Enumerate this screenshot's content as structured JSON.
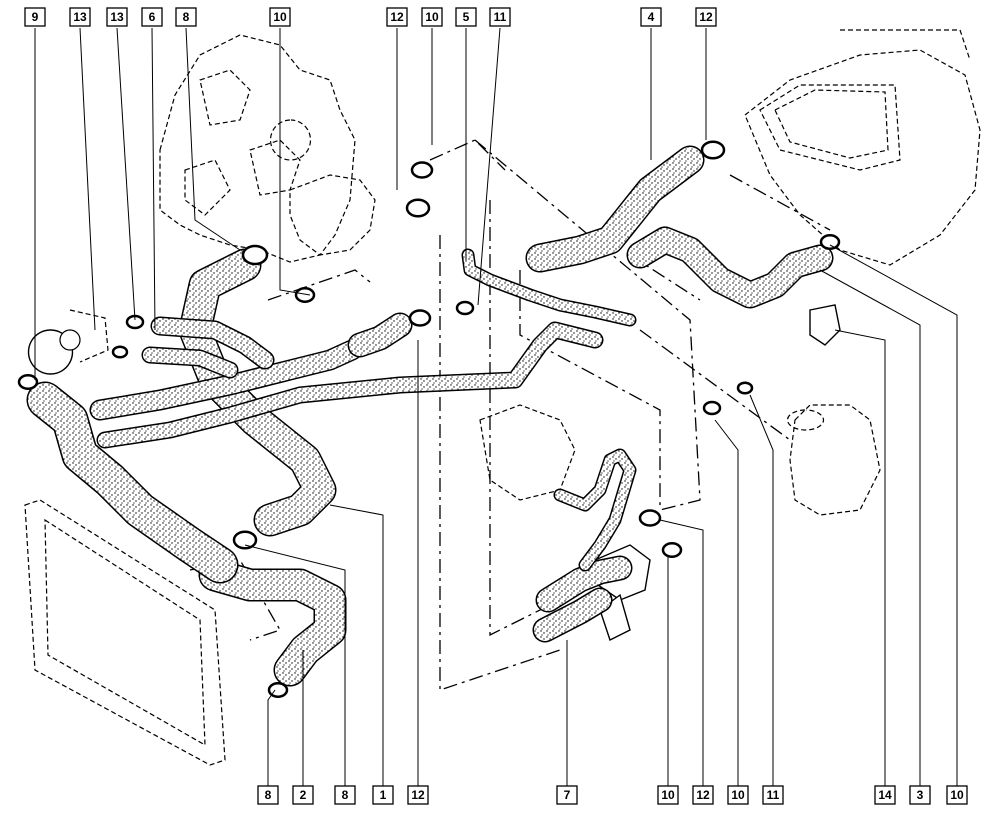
{
  "colors": {
    "ink": "#000000",
    "paper": "#ffffff",
    "hose_texture": "#9a9a9a"
  },
  "callouts_top": [
    "9",
    "13",
    "13",
    "6",
    "8",
    "10",
    "12",
    "10",
    "5",
    "11",
    "4",
    "12"
  ],
  "callouts_bottom": [
    "8",
    "2",
    "8",
    "1",
    "12",
    "7",
    "10",
    "12",
    "10",
    "11",
    "14",
    "3",
    "10"
  ]
}
